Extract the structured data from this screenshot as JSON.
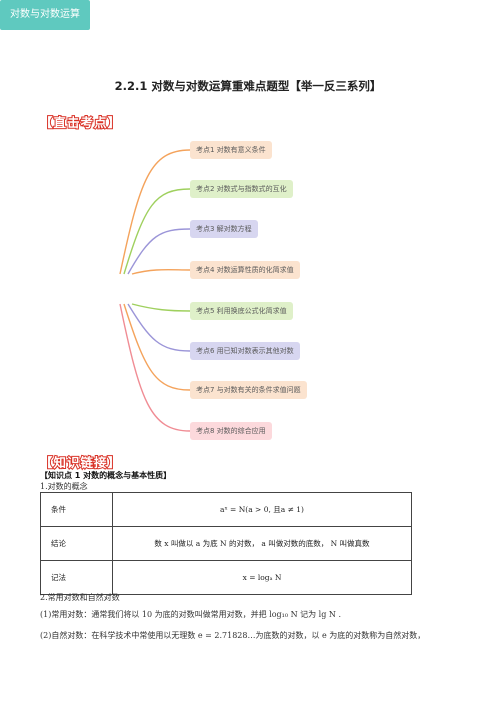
{
  "title": "2.2.1 对数与对数运算重难点题型【举一反三系列】",
  "section_direct": "【直击考点】",
  "mindmap": {
    "center": "对数与对数运算",
    "nodes": [
      {
        "label": "考点1 对数有意义条件",
        "color": "#fbe3cf"
      },
      {
        "label": "考点2 对数式与指数式的互化",
        "color": "#dff0c9"
      },
      {
        "label": "考点3 解对数方程",
        "color": "#d7d6f0"
      },
      {
        "label": "考点4 对数运算性质的化简求值",
        "color": "#fbe3cf"
      },
      {
        "label": "考点5 利用换底公式化简求值",
        "color": "#dff0c9"
      },
      {
        "label": "考点6 用已知对数表示其他对数",
        "color": "#d7d6f0"
      },
      {
        "label": "考点7 与对数有关的条件求值问题",
        "color": "#fbe3cf"
      },
      {
        "label": "考点8 对数的综合应用",
        "color": "#fcd9dc"
      }
    ],
    "branch_colors": [
      "#f4a35c",
      "#9fd05e",
      "#9b95d8",
      "#f4a35c",
      "#9fd05e",
      "#9b95d8",
      "#f4a35c",
      "#f08c94"
    ]
  },
  "section_link": "【知识链接】",
  "knowledge": {
    "heading": "【知识点 1   对数的概念与基本性质】",
    "item1": "1.对数的概念",
    "table": [
      {
        "label": "条件",
        "value": "aˣ = N(a > 0, 且a ≠ 1)"
      },
      {
        "label": "结论",
        "value": "数 x 叫做以 a 为底 N 的对数，  a 叫做对数的底数，  N 叫做真数"
      },
      {
        "label": "记法",
        "value": "x = logₐ N"
      }
    ],
    "item2": "2.常用对数和自然对数",
    "item2_1": "(1)常用对数：通常我们将以 10 为底的对数叫做常用对数，并把 log₁₀ N 记为 lg N .",
    "item2_2": "(2)自然对数：在科学技术中常使用以无理数 e = 2.71828…为底数的对数，以 e 为底的对数称为自然对数，"
  }
}
